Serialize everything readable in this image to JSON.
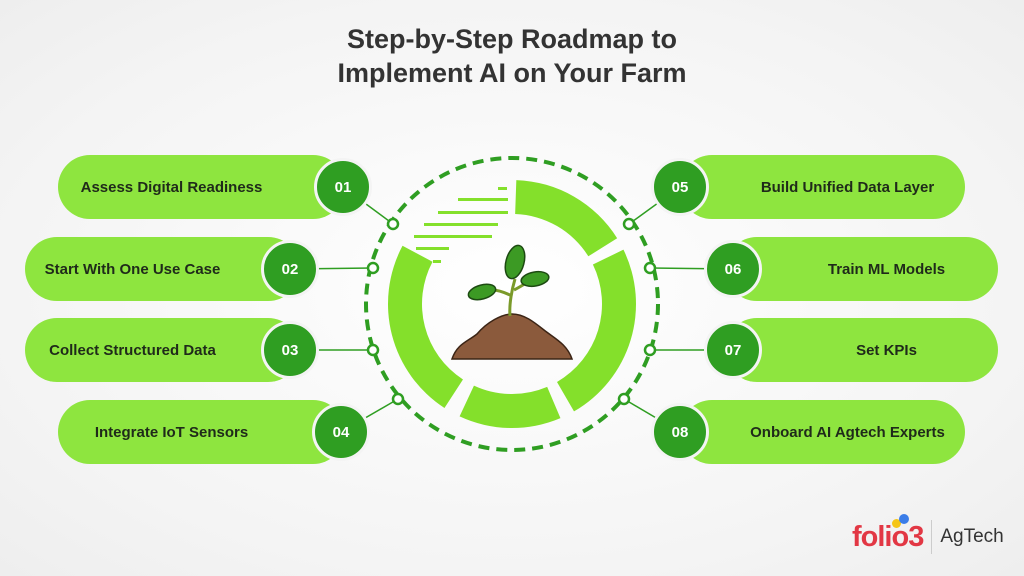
{
  "title_line1": "Step-by-Step Roadmap to",
  "title_line2": "Implement AI on Your Farm",
  "steps": [
    {
      "num": "01",
      "label": "Assess Digital Readiness"
    },
    {
      "num": "02",
      "label": "Start With One Use Case"
    },
    {
      "num": "03",
      "label": "Collect Structured Data"
    },
    {
      "num": "04",
      "label": "Integrate IoT Sensors"
    },
    {
      "num": "05",
      "label": "Build Unified Data Layer"
    },
    {
      "num": "06",
      "label": "Train ML Models"
    },
    {
      "num": "07",
      "label": "Set KPIs"
    },
    {
      "num": "08",
      "label": "Onboard AI Agtech Experts"
    }
  ],
  "center_icon": "seedling-in-soil-icon",
  "logo": {
    "brand": "folio3",
    "product": "AgTech"
  },
  "colors": {
    "pill": "#8ee53f",
    "number": "#2f9e22",
    "ring": "#84e02b",
    "dashed": "#2f9e22",
    "brand": "#e23744"
  }
}
